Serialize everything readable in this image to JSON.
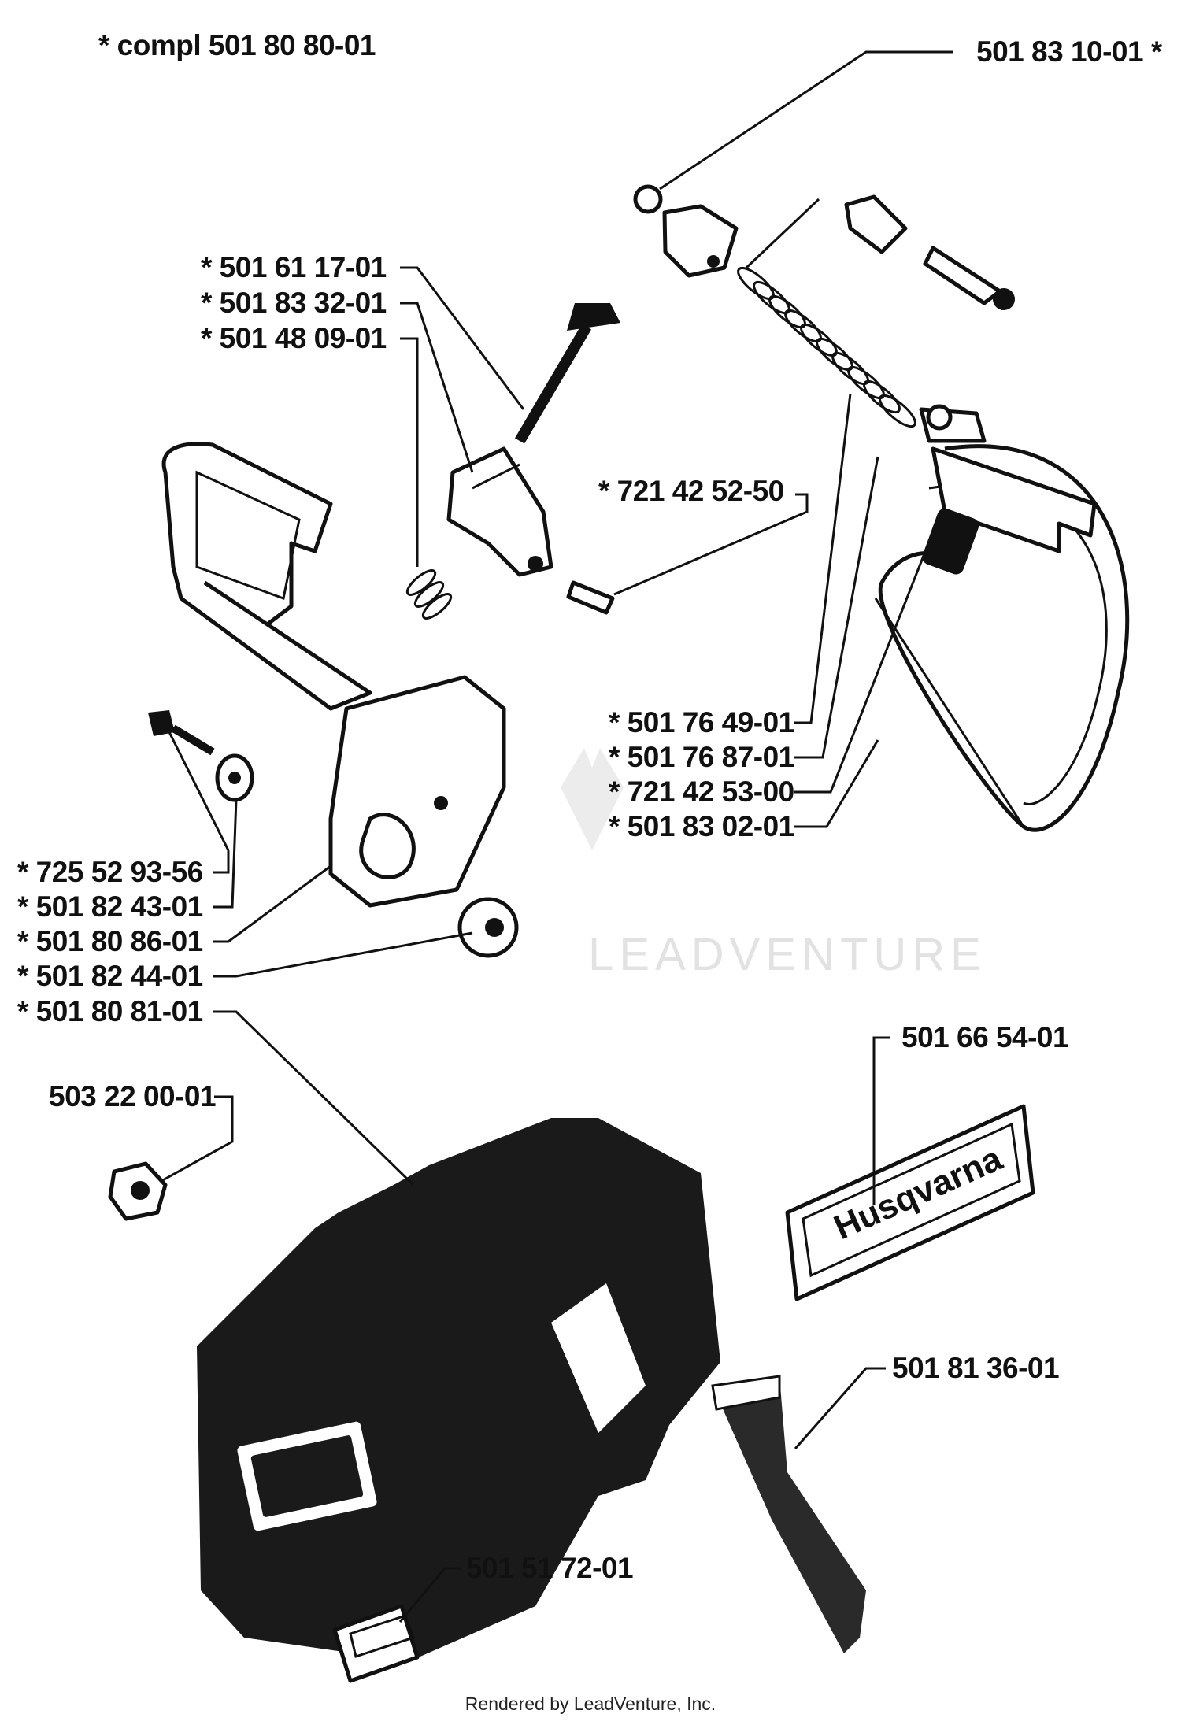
{
  "title": "*  compl 501 80 80-01",
  "footer": "Rendered by LeadVenture, Inc.",
  "watermark": "LEADVENTURE",
  "decal_text": "Husqvarna",
  "parts": [
    {
      "id": "p_501831001",
      "label": "501 83 10-01  *"
    },
    {
      "id": "p_501611701",
      "label": "*  501 61 17-01"
    },
    {
      "id": "p_501833201",
      "label": "*  501 83 32-01"
    },
    {
      "id": "p_501480901",
      "label": "*  501 48 09-01"
    },
    {
      "id": "p_721425250",
      "label": "*  721 42 52-50"
    },
    {
      "id": "p_501764901",
      "label": "*  501 76 49-01"
    },
    {
      "id": "p_501768701",
      "label": "*  501 76 87-01"
    },
    {
      "id": "p_721425300",
      "label": "*  721 42 53-00"
    },
    {
      "id": "p_501830201",
      "label": "*  501 83 02-01"
    },
    {
      "id": "p_725529356",
      "label": "*  725 52 93-56"
    },
    {
      "id": "p_501824301",
      "label": "*  501 82 43-01"
    },
    {
      "id": "p_501808601",
      "label": "*  501 80 86-01"
    },
    {
      "id": "p_501824401",
      "label": "*  501 82 44-01"
    },
    {
      "id": "p_501808101",
      "label": "*  501 80 81-01"
    },
    {
      "id": "p_503220001",
      "label": "503 22 00-01"
    },
    {
      "id": "p_501665401",
      "label": "501 66 54-01"
    },
    {
      "id": "p_501813601",
      "label": "501 81 36-01"
    },
    {
      "id": "p_501517201",
      "label": "501 51 72-01"
    }
  ]
}
